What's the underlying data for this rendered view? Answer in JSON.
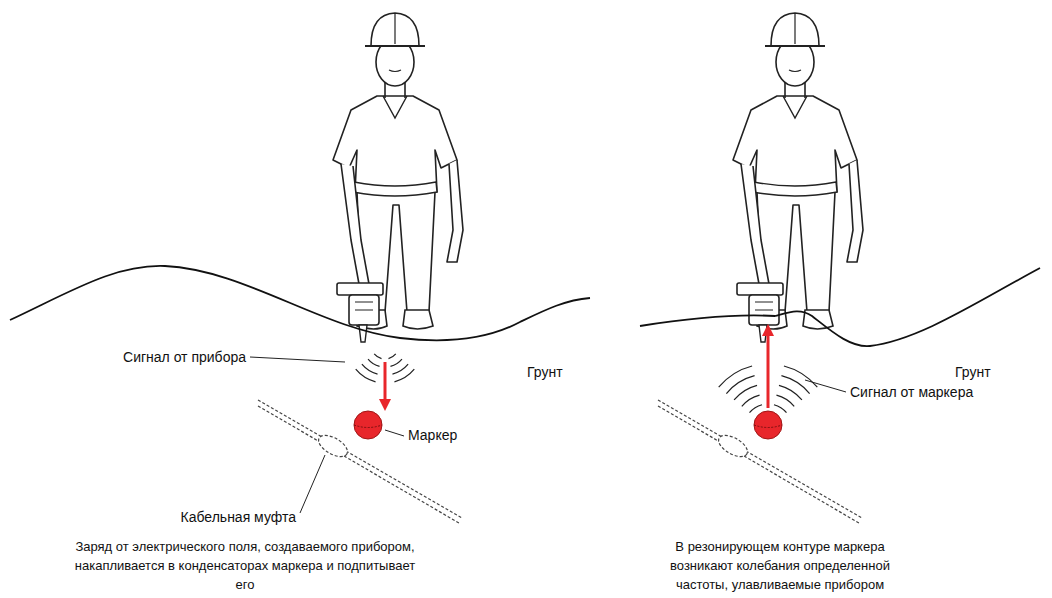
{
  "diagram": {
    "labels": [
      "Сигнал от прибора",
      "Грунт",
      "Маркер",
      "Кабельная муфта",
      "Заряд от электрического поля, создаваемого прибором, накапливается в конденсаторах маркера и подпитывает его",
      "Грунт",
      "Сигнал от маркера",
      "В резонирующем контуре маркера возникают колебания определенной частоты, улавливаемые прибором"
    ]
  }
}
